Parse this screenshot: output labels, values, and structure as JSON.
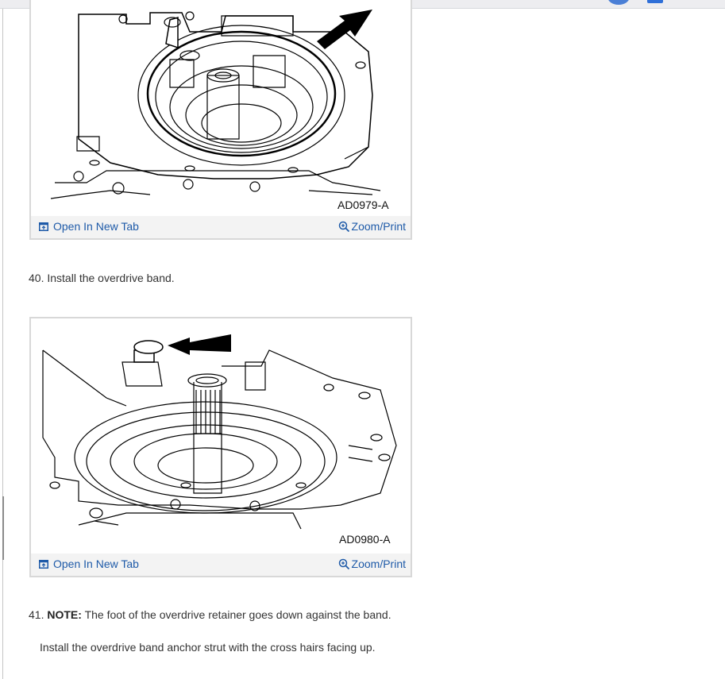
{
  "figures": [
    {
      "code": "AD0979-A",
      "open_label": "Open In New Tab",
      "zoom_label": "Zoom/Print"
    },
    {
      "code": "AD0980-A",
      "open_label": "Open In New Tab",
      "zoom_label": "Zoom/Print"
    }
  ],
  "steps": [
    {
      "number": "40.",
      "text": "Install the overdrive band."
    },
    {
      "number": "41.",
      "note_label": "NOTE:",
      "text": "The foot of the overdrive retainer goes down against the band.",
      "sub_text": "Install the overdrive band anchor strut with the cross hairs facing up."
    }
  ],
  "icons": {
    "open": "open-new-tab-icon",
    "zoom": "zoom-in-icon"
  },
  "colors": {
    "link": "#1e5aa8",
    "text": "#333333",
    "bar": "#f3f3f3"
  }
}
